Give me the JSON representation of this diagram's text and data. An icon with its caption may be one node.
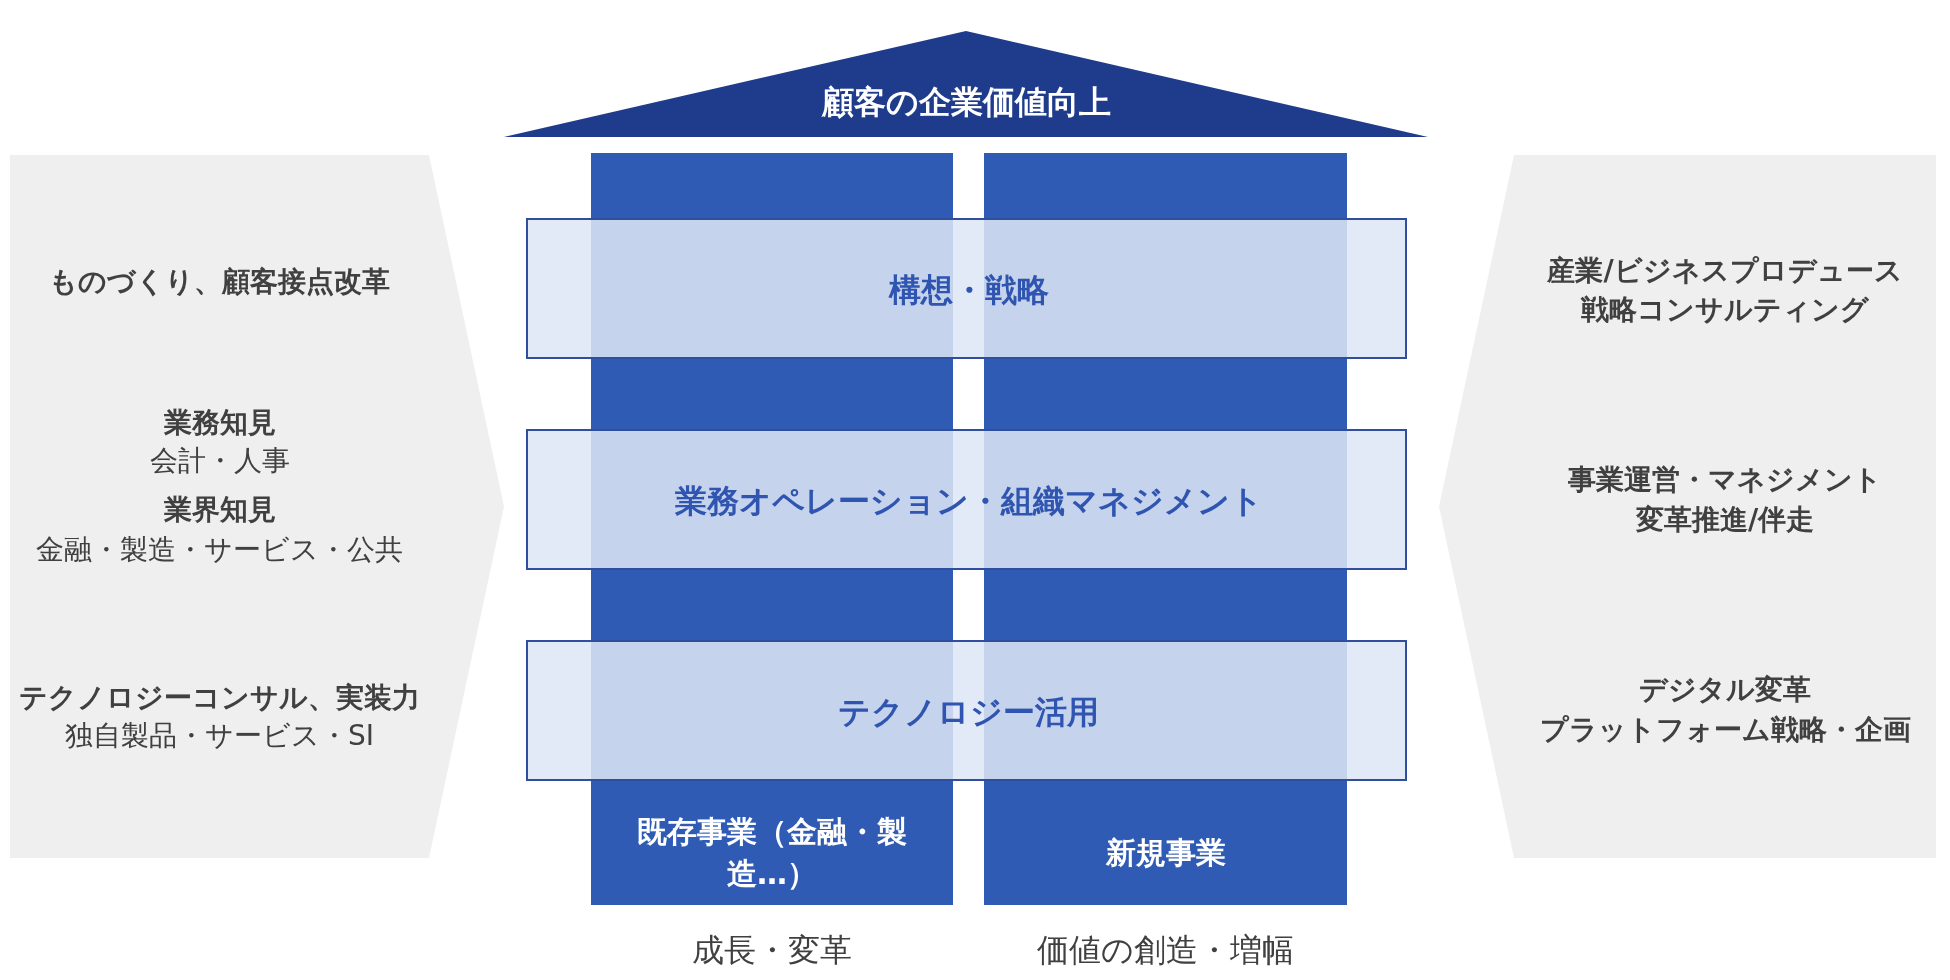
{
  "diagram": {
    "nodes": [
      {
        "text": [
          "顧客の企業価値向上"
        ]
      },
      {
        "text": [
          "既存事業（金融・製造…）"
        ],
        "beside": [
          "成長・変革"
        ]
      },
      {
        "text": [
          "新規事業"
        ],
        "beside": [
          "価値の創造・増幅"
        ]
      },
      {
        "text": [
          "構想・戦略"
        ]
      },
      {
        "text": [
          "業務オペレーション・組織マネジメント"
        ]
      },
      {
        "text": [
          "テクノロジー活用"
        ]
      },
      {
        "text": [
          "ものづくり、顧客接点改革",
          "業務知見",
          "会計・人事",
          "業界知見",
          "金融・製造・サービス・公共",
          "テクノロジーコンサル、実装力",
          "独自製品・サービス・SI"
        ]
      },
      {
        "text": [
          "産業/ビジネスプロデュース",
          "戦略コンサルティング",
          "事業運営・マネジメント",
          "変革推進/伴走",
          "デジタル変革",
          "プラットフォーム戦略・企画"
        ]
      }
    ],
    "edges": []
  }
}
